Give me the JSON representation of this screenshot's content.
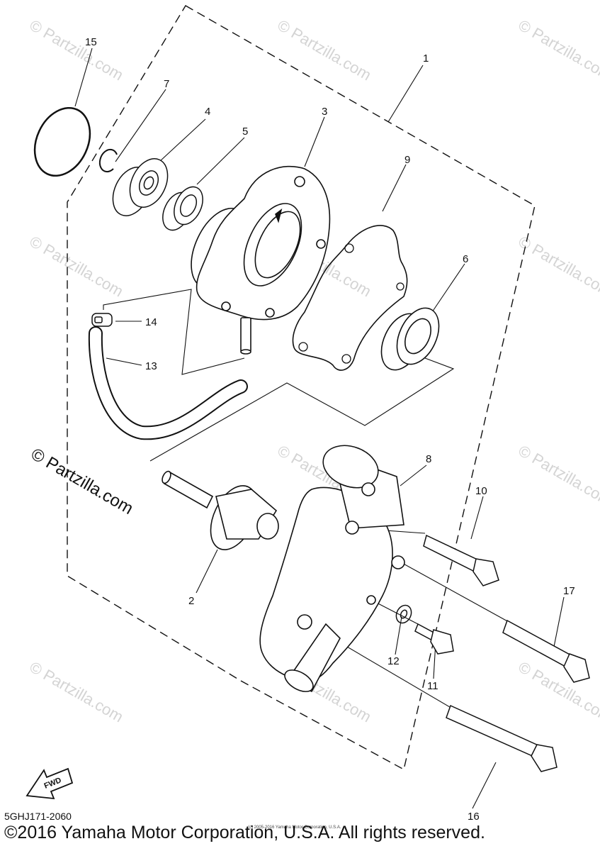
{
  "diagram": {
    "callouts": [
      "1",
      "2",
      "3",
      "4",
      "5",
      "6",
      "7",
      "8",
      "9",
      "10",
      "11",
      "12",
      "13",
      "14",
      "15",
      "16",
      "17"
    ],
    "watermark_text": "© Partzilla.com",
    "fwd_label": "FWD"
  },
  "footer": {
    "part_code": "5GHJ171-2060",
    "copyright": "©2016 Yamaha Motor Corporation, U.S.A. All rights reserved.",
    "small_copyright": "(c) 2005-2016 Yamaha Motor Corporation, U.S.A."
  }
}
